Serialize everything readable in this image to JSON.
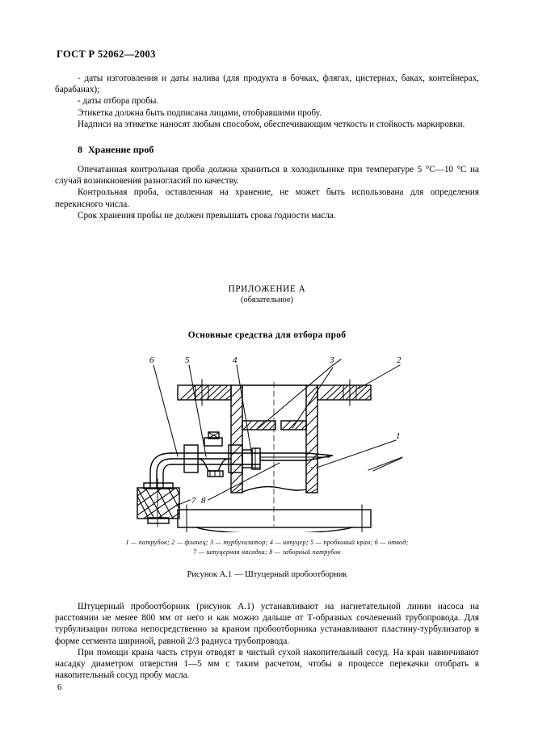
{
  "document": {
    "standard_header": "ГОСТ Р 52062—2003",
    "page_number": "6"
  },
  "body": {
    "para_1": "- даты изготовления и даты налива (для продукта в бочках, флягах, цистернах, баках, контейнерах, барабанах);",
    "para_2": "- даты отбора пробы.",
    "para_3": "Этикетка должна быть подписана лицами, отобравшими пробу.",
    "para_4": "Надписи на этикетке наносят любым способом, обеспечивающим четкость и стойкость маркировки."
  },
  "section_8": {
    "number": "8",
    "title": "Хранение проб",
    "para_1": "Опечатанная контрольная проба должна храниться в холодильнике при температуре 5 °C—10 °C на случай возникновения разногласий по качеству.",
    "para_2": "Контрольная проба, оставленная на хранение, не может быть использована для определения перекисного числа.",
    "para_3": "Срок хранения пробы не должен превышать срока годности масла."
  },
  "appendix": {
    "title": "ПРИЛОЖЕНИЕ А",
    "subtitle": "(обязательное)",
    "figure_title": "Основные средства для отбора проб",
    "callouts": {
      "c1": "1",
      "c2": "2",
      "c3": "3",
      "c4": "4",
      "c5": "5",
      "c6": "6",
      "c7": "7",
      "c8": "8"
    },
    "legend_line_1": "1 — патрубок; 2 — фланец; 3 — турбулизатор; 4 — штуцер; 5 — пробковый кран; 6 — отвод;",
    "legend_line_2": "7 — штуцерная насадка; 8 — заборный патрубок",
    "figure_caption": "Рисунок А.1 — Штуцерный пробоотборник"
  },
  "tail": {
    "para_1": "Штуцерный пробоотборник (рисунок А.1) устанавливают на нагнетательной линии насоса на расстоянии не менее 800 мм от него и как можно дальше от Т-образных сочленений трубопровода. Для турбулизации потока непосредственно за краном пробоотборника устанавливают пластину-турбулизатор в форме сегмента шириной, равной 2/3 радиуса трубопровода.",
    "para_2": "При помощи крана часть струи отводят в чистый сухой накопительный сосуд. На кран навинчивают насадку диаметром отверстия 1—5 мм с таким расчетом, чтобы в процессе перекачки отобрать в накопительный сосуд пробу масла."
  },
  "colors": {
    "ink": "#000000",
    "paper": "#ffffff"
  }
}
